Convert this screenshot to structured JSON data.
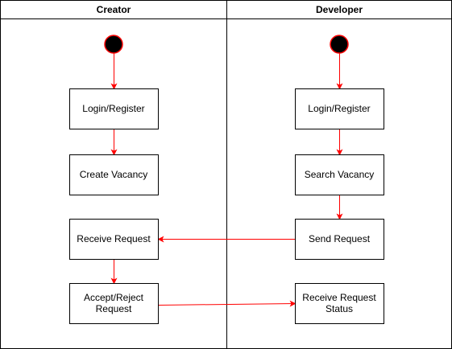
{
  "lanes": [
    {
      "id": "creator",
      "title": "Creator"
    },
    {
      "id": "developer",
      "title": "Developer"
    }
  ],
  "nodes": {
    "creator_start": {
      "type": "start"
    },
    "creator_login": {
      "type": "action",
      "lines": [
        "Login/Register"
      ]
    },
    "create_vacancy": {
      "type": "action",
      "lines": [
        "Create Vacancy"
      ]
    },
    "receive_request": {
      "type": "action",
      "lines": [
        "Receive Request"
      ]
    },
    "accept_reject": {
      "type": "action",
      "lines": [
        "Accept/Reject",
        "Request"
      ]
    },
    "developer_start": {
      "type": "start"
    },
    "developer_login": {
      "type": "action",
      "lines": [
        "Login/Register"
      ]
    },
    "search_vacancy": {
      "type": "action",
      "lines": [
        "Search Vacancy"
      ]
    },
    "send_request": {
      "type": "action",
      "lines": [
        "Send Request"
      ]
    },
    "receive_status": {
      "type": "action",
      "lines": [
        "Receive Request",
        "Status"
      ]
    }
  },
  "flows": [
    {
      "from": "creator_start",
      "to": "creator_login"
    },
    {
      "from": "creator_login",
      "to": "create_vacancy"
    },
    {
      "from": "receive_request",
      "to": "accept_reject"
    },
    {
      "from": "accept_reject",
      "to": "receive_status"
    },
    {
      "from": "developer_start",
      "to": "developer_login"
    },
    {
      "from": "developer_login",
      "to": "search_vacancy"
    },
    {
      "from": "search_vacancy",
      "to": "send_request"
    },
    {
      "from": "send_request",
      "to": "receive_request"
    }
  ],
  "colors": {
    "flow": "#ff0000",
    "start_fill": "#000000",
    "start_stroke": "#ff0000",
    "border": "#000000"
  }
}
